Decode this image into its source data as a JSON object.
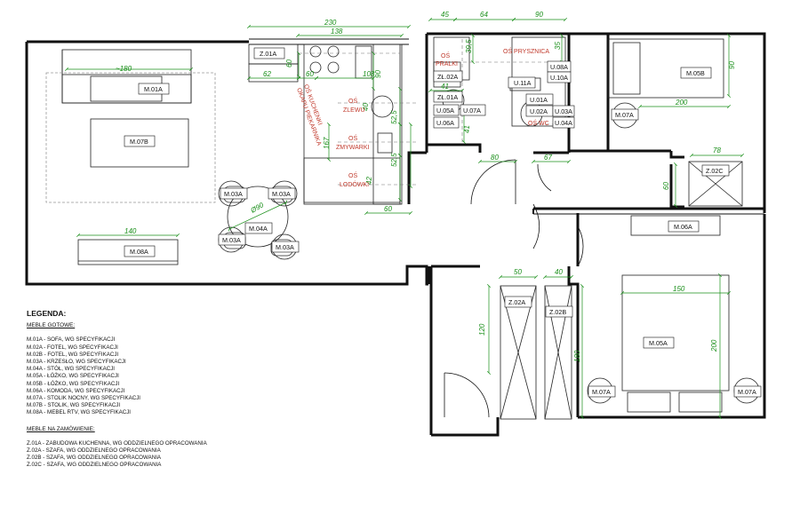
{
  "dimensions": {
    "d230": "230",
    "d138": "138",
    "d62": "62",
    "d60a": "60",
    "d60b": "60",
    "d108": "108",
    "d90a": "90",
    "d40a": "40",
    "d525a": "52,5",
    "d167": "167",
    "d525b": "52,5",
    "d42": "42",
    "d60c": "60",
    "d180": "~180",
    "d140": "140",
    "d090": "Ø90",
    "d45": "45",
    "d64": "64",
    "d90b": "90",
    "d395": "39,5",
    "d35": "35",
    "d41a": "41",
    "d41b": "41",
    "d80": "80",
    "d67": "67",
    "d90c": "90",
    "d200a": "200",
    "d78": "78",
    "d60d": "60",
    "d50": "50",
    "d40b": "40",
    "d120": "120",
    "d180b": "180",
    "d150": "150",
    "d200b": "200"
  },
  "labels": {
    "z01a": "Z.01A",
    "m01a": "M.01A",
    "m07b": "M.07B",
    "m08a": "M.08A",
    "m03a_1": "M.03A",
    "m03a_2": "M.03A",
    "m03a_3": "M.03A",
    "m03a_4": "M.03A",
    "m04a": "M.04A",
    "zl02a": "ZŁ.02A",
    "zl01a": "ZŁ.01A",
    "u05a": "U.05A",
    "u07a": "U.07A",
    "u06a": "U.06A",
    "u11a": "U.11A",
    "u08a": "U.08A",
    "u10a": "U.10A",
    "u01a": "U.01A",
    "u02a": "U.02A",
    "u03a": "U.03A",
    "u04a": "U.04A",
    "m05b": "M.05B",
    "m07a_1": "M.07A",
    "z02c": "Z.02C",
    "m06a": "M.06A",
    "z02a": "Z.02A",
    "z02b": "Z.02B",
    "m05a": "M.05A",
    "m07a_2": "M.07A",
    "m07a_3": "M.07A"
  },
  "axes": {
    "kuchenki_1": "OŚ KUCHENKI",
    "kuchenki_2": "OKAPU PIEKARNIKA",
    "zlewu_1": "OŚ",
    "zlewu_2": "ZLEWU",
    "zmywarki_1": "OŚ",
    "zmywarki_2": "ZMYWARKI",
    "lodowki_1": "OŚ",
    "lodowki_2": "LODÓWKI",
    "pralki_1": "OŚ",
    "pralki_2": "PRALKI",
    "prysznica": "OŚ PRYSZNICA",
    "wc": "OŚ WC"
  },
  "legend": {
    "title": "LEGENDA:",
    "ready_title": "MEBLE GOTOWE:",
    "ready_items": [
      "M.01A -  SOFA, WG SPECYFIKACJI",
      "M.02A - FOTEL, WG SPECYFIKACJI",
      "M.02B - FOTEL, WG SPECYFIKACJI",
      "M.03A - KRZESŁO, WG SPECYFIKACJI",
      "M.04A - STÓŁ, WG SPECYFIKACJI",
      "M.05A - ŁÓŻKO, WG SPECYFIKACJI",
      "M.05B - ŁÓŻKO, WG SPECYFIKACJI",
      "M.06A - KOMODA, WG SPECYFIKACJI",
      "M.07A - STOLIK NOCNY, WG SPECYFIKACJI",
      "M.07B - STOLIK, WG SPECYFIKACJI",
      "M.08A - MEBEL RTV, WG SPECYFIKACJI"
    ],
    "order_title": "MEBLE NA ZAMÓWIENIE:",
    "order_items": [
      "Z.01A - ZABUDOWA KUCHENNA, WG ODDZIELNEGO OPRACOWANIA",
      "Z.02A - SZAFA, WG ODDZIELNEGO OPRACOWANIA",
      "Z.02B - SZAFA, WG ODDZIELNEGO OPRACOWANIA",
      "Z.02C - SZAFA, WG ODDZIELNEGO OPRACOWANIA"
    ]
  }
}
